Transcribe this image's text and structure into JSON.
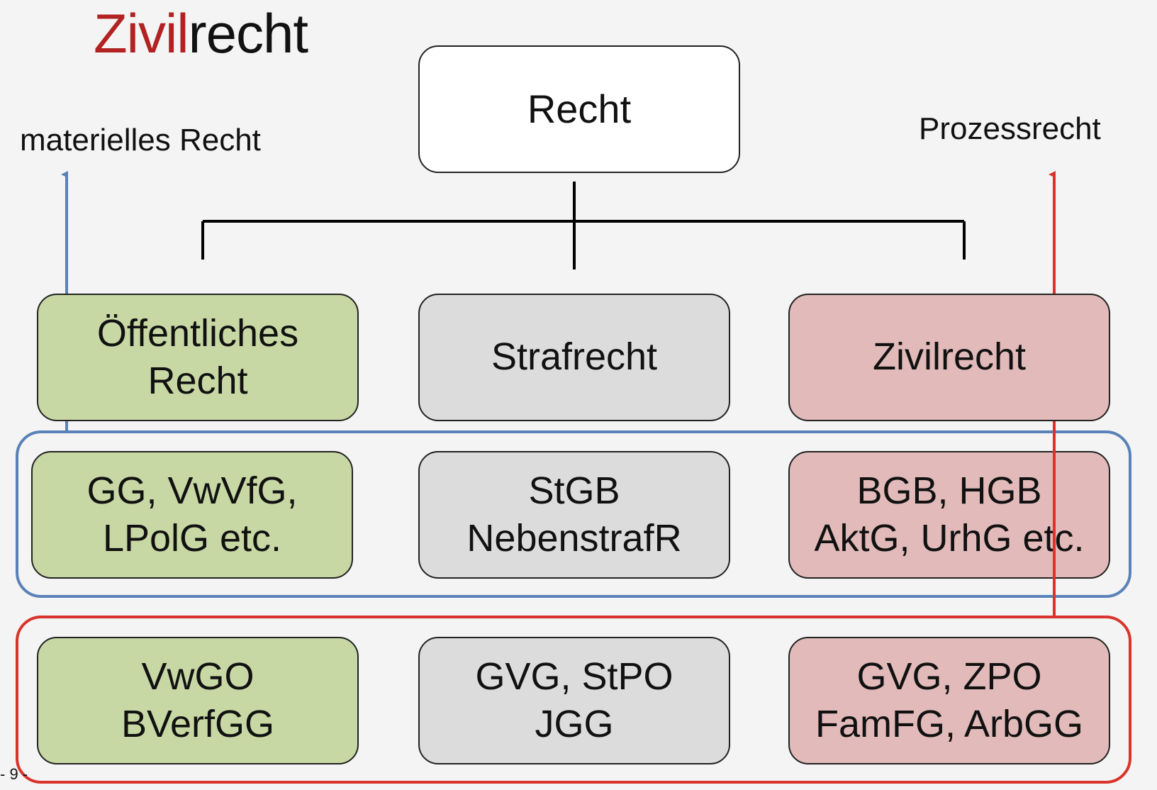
{
  "title": {
    "highlight": "Zivil",
    "rest": "recht"
  },
  "labels": {
    "left": "materielles Recht",
    "right": "Prozessrecht"
  },
  "root": "Recht",
  "columns": [
    {
      "key": "oeffentliches",
      "color": "#c8d8a4",
      "heading": "Öffentliches\nRecht",
      "material": "GG, VwVfG,\nLPolG etc.",
      "procedural": "VwGO\nBVerfGG"
    },
    {
      "key": "straf",
      "color": "#dcdcdc",
      "heading": "Strafrecht",
      "material": "StGB\nNebenstrafR",
      "procedural": "GVG, StPO\nJGG"
    },
    {
      "key": "zivil",
      "color": "#e2baba",
      "heading": "Zivilrecht",
      "material": "BGB, HGB\nAktG, UrhG etc.",
      "procedural": "GVG, ZPO\nFamFG, ArbGG"
    }
  ],
  "colors": {
    "material_frame": "#5a82b8",
    "procedural_frame": "#d9342b",
    "title_highlight": "#b22222"
  },
  "page_number": "- 9 -"
}
